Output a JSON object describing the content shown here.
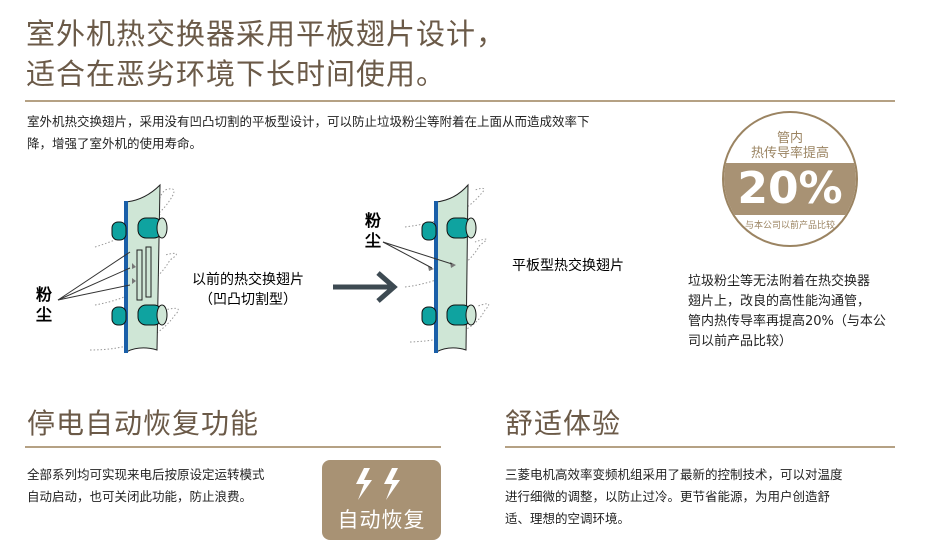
{
  "header": {
    "title_line1": "室外机热交换器采用平板翅片设计，",
    "title_line2": "适合在恶劣环境下长时间使用。"
  },
  "intro": {
    "line1": "室外机热交换翅片，采用没有凹凸切割的平板型设计，可以防止垃圾粉尘等附着在上面从而造成效率下",
    "line2": "降，增强了室外机的使用寿命。"
  },
  "diagram": {
    "dust_label_left": [
      "粉",
      "尘"
    ],
    "old_fin_label": "以前的热交换翅片",
    "old_fin_sub": "（凹凸切割型）",
    "dust_label_right": [
      "粉",
      "尘"
    ],
    "new_fin_label": "平板型热交换翅片"
  },
  "badge": {
    "line1": "管内",
    "line2": "热传导率提高",
    "value": "20%",
    "note": "与本公司以前产品比较"
  },
  "side_text": {
    "line1": "垃圾粉尘等无法附着在热交换器",
    "line2": "翅片上，改良的高性能沟通管，",
    "line3": "管内热传导率再提高20%（与本公",
    "line4": "司以前产品比较）"
  },
  "section_recovery": {
    "title": "停电自动恢复功能",
    "line1": "全部系列均可实现来电后按原设定运转模式",
    "line2": "自动启动，也可关闭此功能，防止浪费。",
    "badge_label": "自动恢复"
  },
  "section_comfort": {
    "title": "舒适体验",
    "line1": "三菱电机高效率变频机组采用了最新的控制技术，可以对温度",
    "line2": "进行细微的调整，以防止过冷。更节省能源，为用户创造舒",
    "line3": "适、理想的空调环境。"
  },
  "colors": {
    "title": "#6b5a48",
    "accent": "#a89274",
    "fin": "#cfe6d6",
    "tube": "#0fa3a0",
    "edge": "#1a5fa8"
  }
}
